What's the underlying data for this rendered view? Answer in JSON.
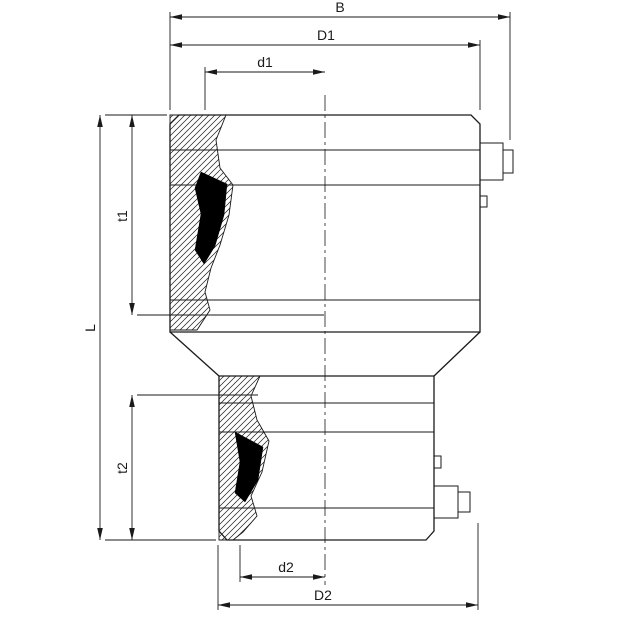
{
  "drawing": {
    "type": "technical-drawing",
    "title": "Electrofusion reducer coupling dimensioned section view",
    "colors": {
      "line": "#1a1a1a",
      "section_fill": "#000000",
      "background": "#ffffff"
    },
    "labels": {
      "B": "B",
      "D1": "D1",
      "d1": "d1",
      "t1": "t1",
      "L": "L",
      "t2": "t2",
      "d2": "d2",
      "D2": "D2"
    }
  }
}
